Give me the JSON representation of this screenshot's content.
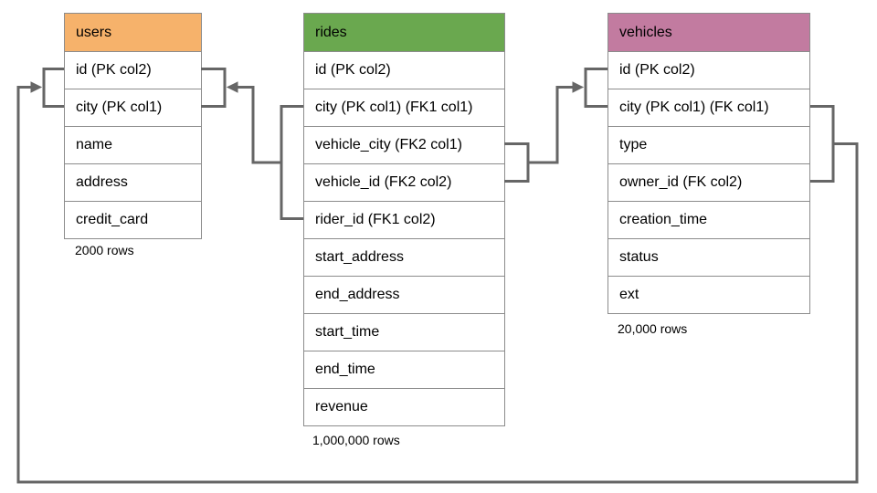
{
  "colors": {
    "users_header": "#F6B26B",
    "rides_header": "#6AA84F",
    "vehicles_header": "#C27BA0",
    "line": "#666666"
  },
  "tables": [
    {
      "name": "users",
      "header_color": "#F6B26B",
      "columns": [
        "id (PK col2)",
        "city (PK col1)",
        "name",
        "address",
        "credit_card"
      ],
      "row_count": "2000 rows"
    },
    {
      "name": "rides",
      "header_color": "#6AA84F",
      "columns": [
        "id (PK col2)",
        "city (PK col1) (FK1 col1)",
        "vehicle_city (FK2 col1)",
        "vehicle_id (FK2 col2)",
        "rider_id (FK1 col2)",
        "start_address",
        "end_address",
        "start_time",
        "end_time",
        "revenue"
      ],
      "row_count": "1,000,000 rows"
    },
    {
      "name": "vehicles",
      "header_color": "#C27BA0",
      "columns": [
        "id (PK col2)",
        "city (PK col1) (FK col1)",
        "type",
        "owner_id (FK col2)",
        "creation_time",
        "status",
        "ext"
      ],
      "row_count": "20,000 rows"
    }
  ],
  "relationships": [
    {
      "label": "FK1",
      "from": "rides (city, rider_id)",
      "to": "users (id, city)"
    },
    {
      "label": "FK2",
      "from": "rides (vehicle_city, vehicle_id)",
      "to": "vehicles (id, city)"
    },
    {
      "label": "FK",
      "from": "vehicles (city, owner_id)",
      "to": "users (id, city)"
    }
  ]
}
